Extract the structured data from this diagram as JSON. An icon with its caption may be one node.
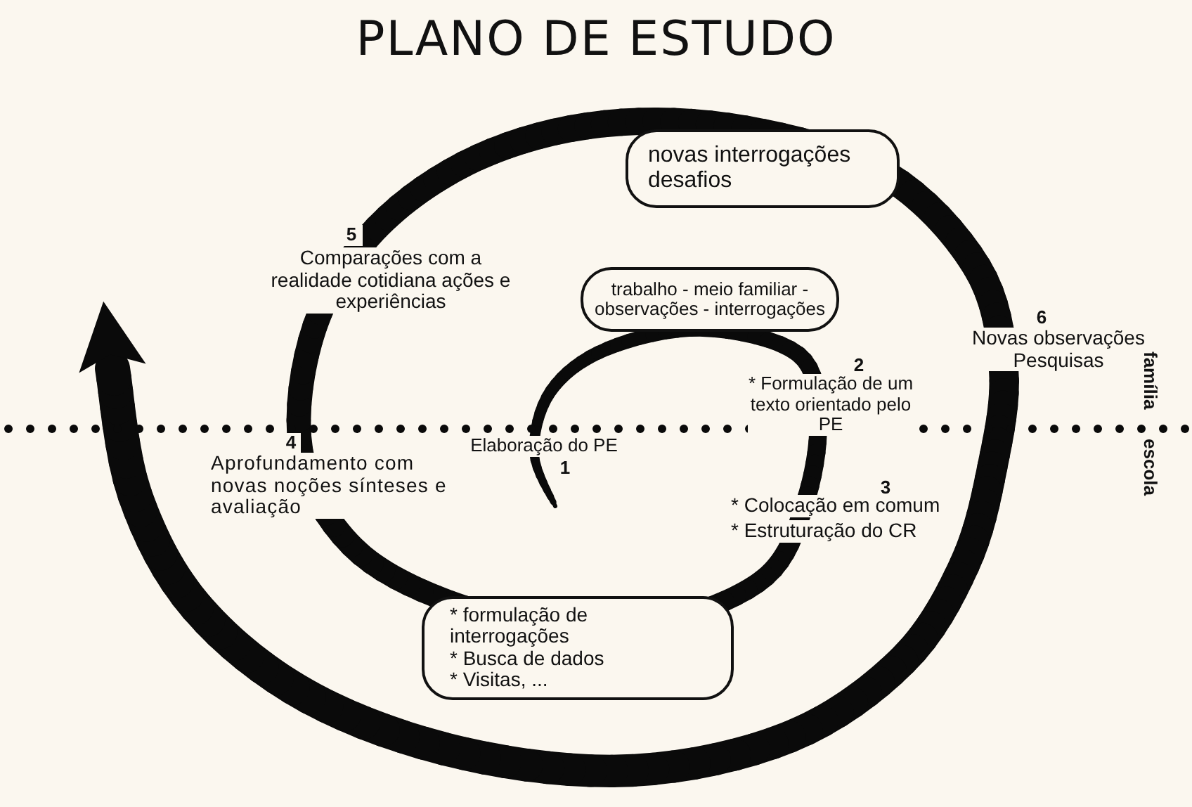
{
  "diagram": {
    "title": "PLANO DE ESTUDO",
    "nodes": [
      {
        "text": [
          "novas interrogações desafios"
        ]
      },
      {
        "text": [
          "trabalho - meio familiar - observações - interrogações"
        ]
      },
      {
        "text": [
          "* formulação de interrogações",
          "* Busca de dados",
          "* Visitas, ..."
        ]
      }
    ],
    "labels": [
      "5",
      "Comparações com a realidade cotidiana ações e experiências",
      "6",
      "Novas observações Pesquisas",
      "2",
      "* Formulação de um texto orientado pelo PE",
      "família",
      "escola",
      "4",
      "Elaboração do PE",
      "1",
      "Aprofundamento com novas noções sínteses e avaliação",
      "3",
      "* Colocação em comum",
      "* Estruturação do CR"
    ]
  }
}
